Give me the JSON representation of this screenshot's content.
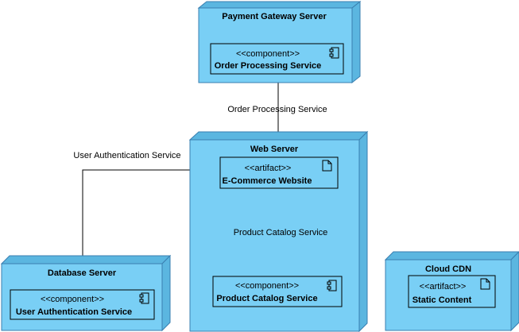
{
  "colors": {
    "node_fill": "#79CFF5",
    "node_side": "#5BB6E0",
    "node_stroke": "#3A7FB0",
    "inner_fill": "#79CFF5",
    "line": "#000000"
  },
  "nodes": {
    "payment_gateway": {
      "title": "Payment Gateway Server",
      "item": {
        "stereotype": "<<component>>",
        "name": "Order Processing Service",
        "icon": "component-icon"
      }
    },
    "web_server": {
      "title": "Web Server",
      "items": [
        {
          "stereotype": "<<artifact>>",
          "name": "E-Commerce Website",
          "icon": "artifact-icon"
        },
        {
          "stereotype": "<<component>>",
          "name": "Product Catalog Service",
          "icon": "component-icon"
        }
      ]
    },
    "database_server": {
      "title": "Database Server",
      "item": {
        "stereotype": "<<component>>",
        "name": "User Authentication Service",
        "icon": "component-icon"
      }
    },
    "cloud_cdn": {
      "title": "Cloud CDN",
      "item": {
        "stereotype": "<<artifact>>",
        "name": "Static Content",
        "icon": "artifact-icon"
      }
    }
  },
  "connectors": {
    "order_processing": "Order Processing Service",
    "product_catalog": "Product Catalog Service",
    "user_auth": "User Authentication Service"
  }
}
